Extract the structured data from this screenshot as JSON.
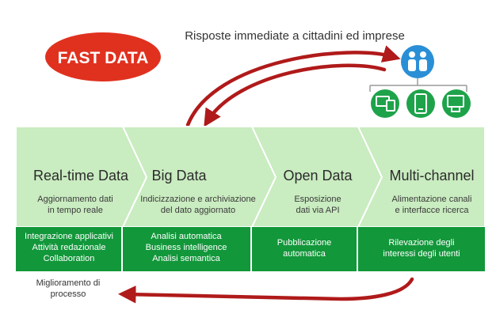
{
  "badge": {
    "label": "FAST DATA"
  },
  "top_caption": "Risposte immediate a cittadini ed imprese",
  "bottom_caption": [
    "Miglioramento di",
    "processo"
  ],
  "stages": [
    {
      "title": "Real-time Data",
      "description": [
        "Aggiornamento dati",
        "in tempo reale"
      ],
      "actions": [
        "Integrazione applicativi",
        "Attività redazionale",
        "Collaboration"
      ]
    },
    {
      "title": "Big Data",
      "description": [
        "Indicizzazione e archiviazione",
        "del dato aggiornato"
      ],
      "actions": [
        "Analisi automatica",
        "Business intelligence",
        "Analisi semantica"
      ]
    },
    {
      "title": "Open Data",
      "description": [
        "Esposizione",
        "dati via API"
      ],
      "actions": [
        "Pubblicazione",
        "automatica"
      ]
    },
    {
      "title": "Multi-channel",
      "description": [
        "Alimentazione canali",
        "e interfacce ricerca"
      ],
      "actions": [
        "Rilevazione degli",
        "interessi degli utenti"
      ]
    }
  ],
  "icons": {
    "people": "people-icon",
    "channels": [
      "desktop-tablet-icon",
      "mobile-icon",
      "kiosk-icon"
    ]
  },
  "colors": {
    "badge_red": "#e0311f",
    "arrow_red": "#b01a1a",
    "chevron_light_green": "#c9ecc0",
    "chevron_border": "#ffffff",
    "action_green": "#12973a",
    "icon_blue": "#2a8fd6",
    "icon_green": "#1ea34a"
  }
}
